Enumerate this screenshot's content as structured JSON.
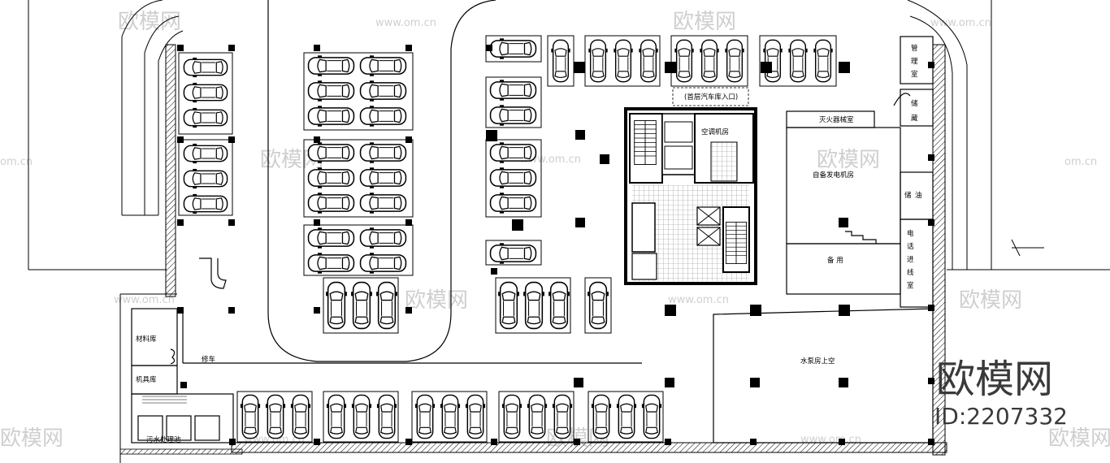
{
  "labels": {
    "ac_room": "空调机房",
    "mgmt_1": "管",
    "mgmt_2": "理",
    "mgmt_3": "室",
    "storage_1": "储",
    "storage_2": "藏",
    "fire_room": "灭火器械室",
    "generator_room": "自备发电机房",
    "oil_1": "储",
    "oil_2": "油",
    "spare": "备 用",
    "phone_1": "电",
    "phone_2": "话",
    "phone_3": "进",
    "phone_4": "线",
    "phone_5": "室",
    "pump_room": "水泵房上空",
    "material_room": "材料库",
    "tool_room": "机具库",
    "repair": "修车",
    "sewage": "污水处理池",
    "entrance_note": "(首层汽车库入口)"
  },
  "watermark": {
    "brand": "欧模网",
    "site": "www.om.cn",
    "site_short": "om.cn",
    "id_text": "ID:2207332"
  },
  "colors": {
    "line": "#000000",
    "watermark": "#cfcfcf",
    "grid": "#9a9a9a"
  },
  "icons": {
    "car": "car-icon",
    "column": "column-square",
    "stair": "stair-icon",
    "north": "north-arrow"
  }
}
